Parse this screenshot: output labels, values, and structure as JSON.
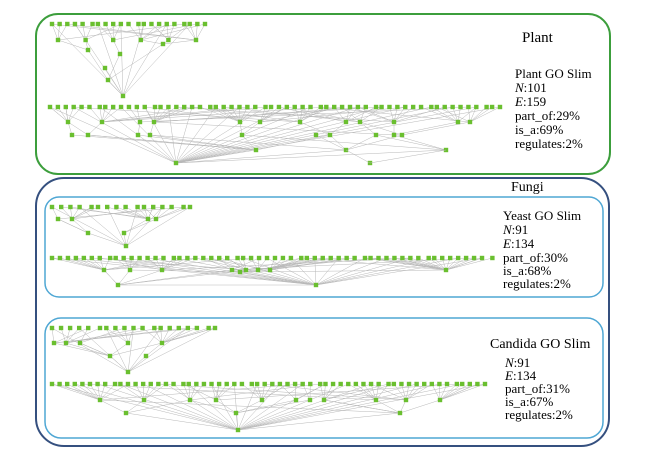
{
  "colors": {
    "plant_border": "#3c9e3c",
    "fungi_border": "#35507f",
    "inner_border": "#4fa7d4",
    "node": "#6abf2f",
    "edge": "#b8b8b8"
  },
  "panels": [
    {
      "name": "Plant",
      "slim": "Plant GO Slim",
      "n_label": "N",
      "n_value": ":101",
      "e_label": "E",
      "e_value": ":159",
      "part_of": "part_of:29%",
      "is_a": "is_a:69%",
      "regulates": "regulates:2%"
    },
    {
      "name": "Fungi"
    },
    {
      "slim": "Yeast GO Slim",
      "n_label": "N",
      "n_value": ":91",
      "e_label": "E",
      "e_value": ":134",
      "part_of": "part_of:30%",
      "is_a": "is_a:68%",
      "regulates": "regulates:2%"
    },
    {
      "slim": "Candida GO Slim",
      "n_label": "N",
      "n_value": ":91",
      "e_label": "E",
      "e_value": ":134",
      "part_of": "part_of:31%",
      "is_a": "is_a:67%",
      "regulates": "regulates:2%"
    }
  ]
}
